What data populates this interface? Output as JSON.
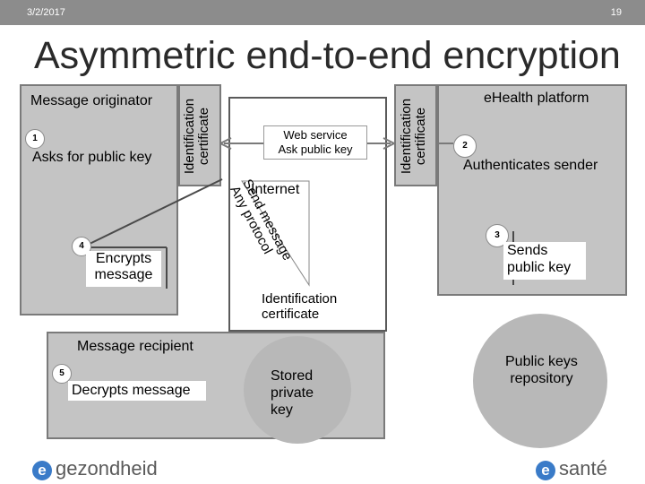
{
  "header": {
    "date": "3/2/2017",
    "page_number": "19"
  },
  "title": "Asymmetric end-to-end encryption",
  "originator": {
    "label": "Message originator",
    "step_number": "1",
    "step_text": "Asks for public key"
  },
  "left_certificate": {
    "line1": "Identification",
    "line2": "certificate"
  },
  "encrypt": {
    "step_number": "4",
    "line1": "Encrypts",
    "line2": "message"
  },
  "internet": {
    "ws_line1": "Web service",
    "ws_line2": "Ask public key",
    "label": "Internet",
    "send_line1": "Send message",
    "send_line2": "Any protocol",
    "id_cert_line1": "Identification",
    "id_cert_line2": "certificate"
  },
  "right_certificate": {
    "line1": "Identification",
    "line2": "certificate"
  },
  "ehealth": {
    "label": "eHealth platform",
    "step2_number": "2",
    "step2_text": "Authenticates sender",
    "step3_number": "3",
    "step3_line1": "Sends",
    "step3_line2": "public key"
  },
  "recipient": {
    "label": "Message recipient",
    "step_number": "5",
    "step_text": "Decrypts message",
    "stored_line1": "Stored",
    "stored_line2": "private",
    "stored_line3": "key"
  },
  "repository": {
    "line1": "Public keys",
    "line2": "repository"
  },
  "logos": {
    "left": "gezondheid",
    "right": "santé",
    "icon": "e-letter-icon"
  },
  "colors": {
    "box_fill": "#c4c4c4",
    "border": "#7a7a7a",
    "logo_accent": "#3a7bc8"
  }
}
